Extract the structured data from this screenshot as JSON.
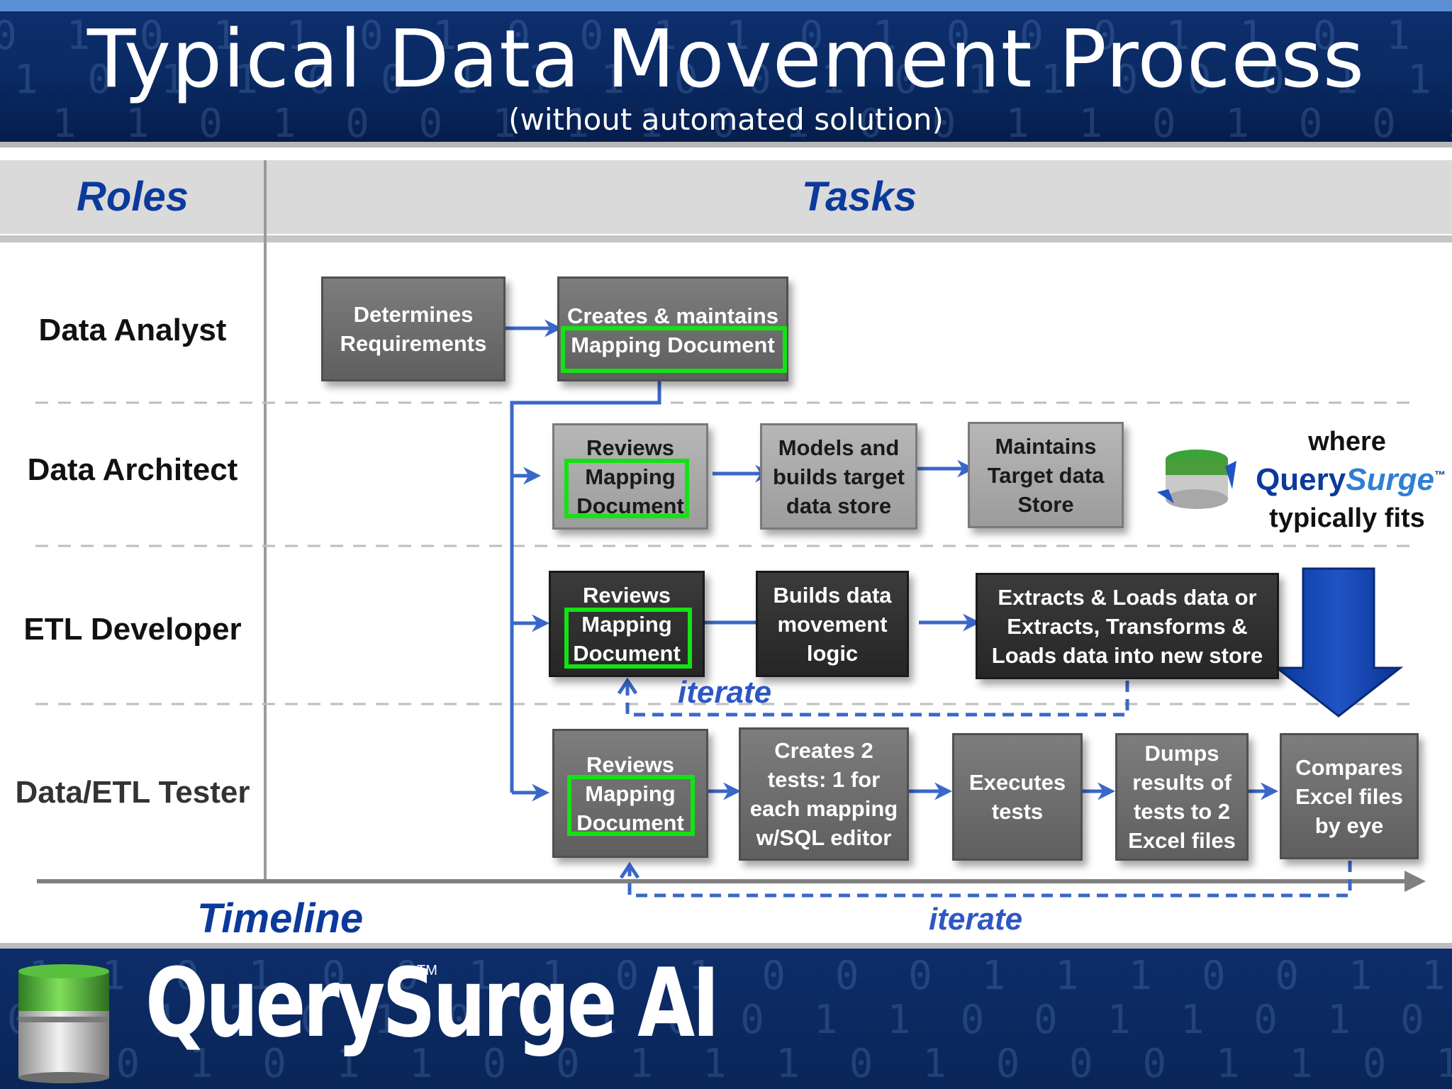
{
  "header": {
    "title": "Typical Data Movement Process",
    "subtitle": "(without automated solution)"
  },
  "columns": {
    "roles": "Roles",
    "tasks": "Tasks"
  },
  "roles": [
    "Data Analyst",
    "Data Architect",
    "ETL Developer",
    "Data/ETL Tester"
  ],
  "tasks": {
    "analyst": {
      "determines": "Determines\nRequirements",
      "creates": "Creates & maintains",
      "mapping": "Mapping Document"
    },
    "architect": {
      "reviews": "Reviews",
      "mapping": "Mapping\nDocument",
      "models": "Models and\nbuilds target\ndata store",
      "maintains": "Maintains\nTarget data\nStore"
    },
    "developer": {
      "reviews": "Reviews",
      "mapping": "Mapping\nDocument",
      "builds": "Builds data\nmovement\nlogic",
      "extracts": "Extracts & Loads data or\nExtracts, Transforms &\nLoads data into new store"
    },
    "tester": {
      "reviews": "Reviews",
      "mapping": "Mapping\nDocument",
      "creates_tests": "Creates 2\ntests: 1 for\neach mapping\nw/SQL editor",
      "executes": "Executes\ntests",
      "dumps": "Dumps\nresults of\ntests to 2\nExcel files",
      "compares": "Compares\nExcel files\nby eye"
    }
  },
  "note": {
    "where": "where",
    "brand_query": "Query",
    "brand_surge": "Surge",
    "tm": "™",
    "fits": "typically fits"
  },
  "labels": {
    "iterate_dev": "iterate",
    "iterate_tester": "iterate",
    "timeline": "Timeline"
  },
  "footer": {
    "brand": "QuerySurge AI",
    "tm": "TM"
  },
  "colors": {
    "brand_blue": "#0b3a9c",
    "arrow_blue": "#3a67c9",
    "highlight_green": "#16e116",
    "banner_navy": "#0a2a63"
  }
}
